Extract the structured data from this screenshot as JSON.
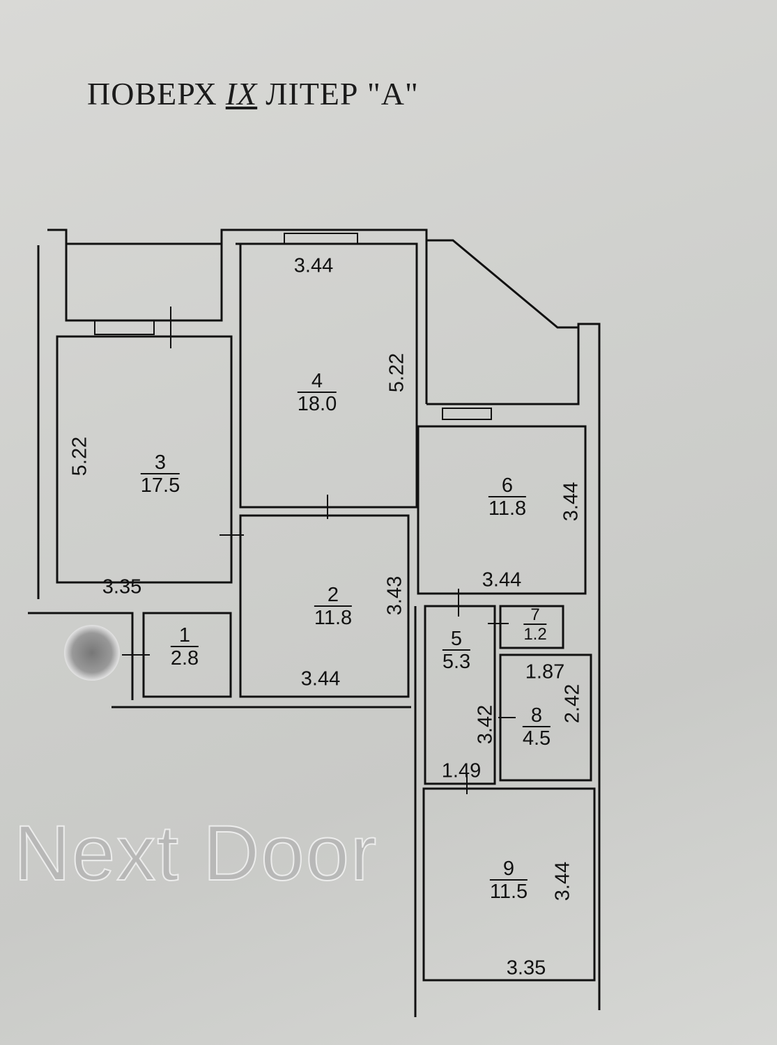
{
  "title": {
    "prefix": "ПОВЕРХ",
    "floor": "IX",
    "suffix": "ЛІТЕР \"А\""
  },
  "watermark": "Next Door",
  "rooms": [
    {
      "number": "1",
      "area": "2.8",
      "dims": []
    },
    {
      "number": "2",
      "area": "11.8",
      "dims": [
        "3.43",
        "3.44"
      ]
    },
    {
      "number": "3",
      "area": "17.5",
      "dims": [
        "5.22",
        "3.35"
      ]
    },
    {
      "number": "4",
      "area": "18.0",
      "dims": [
        "3.44",
        "5.22"
      ]
    },
    {
      "number": "5",
      "area": "5.3",
      "dims": [
        "3.42",
        "1.49"
      ]
    },
    {
      "number": "6",
      "area": "11.8",
      "dims": [
        "3.44",
        "3.44"
      ]
    },
    {
      "number": "7",
      "area": "1.2",
      "dims": []
    },
    {
      "number": "8",
      "area": "4.5",
      "dims": [
        "1.87",
        "2.42"
      ]
    },
    {
      "number": "9",
      "area": "11.5",
      "dims": [
        "3.44",
        "3.35"
      ]
    }
  ]
}
